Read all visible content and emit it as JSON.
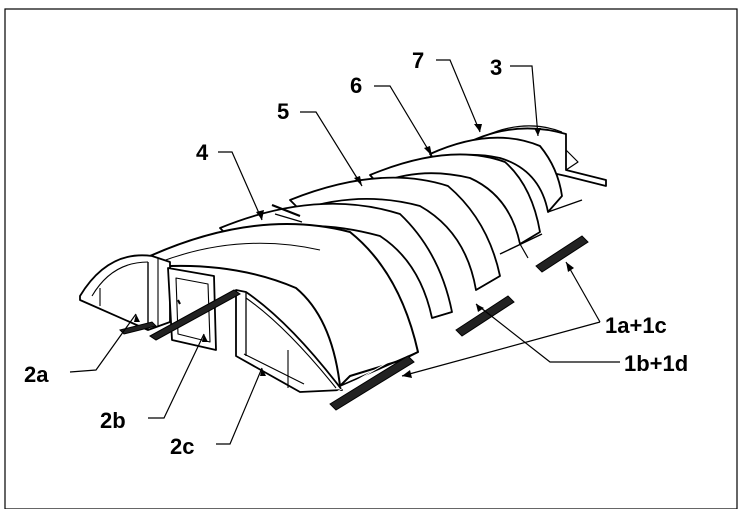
{
  "figure": {
    "labels": {
      "l1ac": "1a+1c",
      "l1bd": "1b+1d",
      "l2a": "2a",
      "l2b": "2b",
      "l2c": "2c",
      "l3": "3",
      "l4": "4",
      "l5": "5",
      "l6": "6",
      "l7": "7"
    }
  }
}
